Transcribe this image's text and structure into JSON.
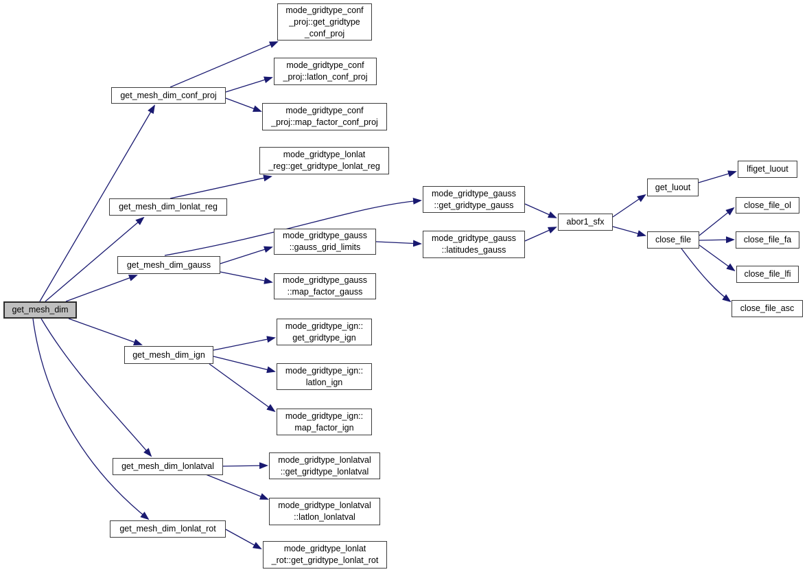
{
  "graph": {
    "type": "call-graph",
    "root": "get_mesh_dim",
    "colors": {
      "edge": "#191970",
      "node_fill": "#ffffff",
      "node_border": "#3c3c3c",
      "root_fill": "#bfbfbf",
      "text": "#000000",
      "background": "#ffffff"
    },
    "nodes": [
      {
        "id": "get_mesh_dim",
        "label": "get_mesh_dim"
      },
      {
        "id": "get_mesh_dim_conf_proj",
        "label": "get_mesh_dim_conf_proj"
      },
      {
        "id": "get_mesh_dim_lonlat_reg",
        "label": "get_mesh_dim_lonlat_reg"
      },
      {
        "id": "get_mesh_dim_gauss",
        "label": "get_mesh_dim_gauss"
      },
      {
        "id": "get_mesh_dim_ign",
        "label": "get_mesh_dim_ign"
      },
      {
        "id": "get_mesh_dim_lonlatval",
        "label": "get_mesh_dim_lonlatval"
      },
      {
        "id": "get_mesh_dim_lonlat_rot",
        "label": "get_mesh_dim_lonlat_rot"
      },
      {
        "id": "get_gridtype_conf_proj",
        "label": "mode_gridtype_conf\n_proj::get_gridtype\n_conf_proj"
      },
      {
        "id": "latlon_conf_proj",
        "label": "mode_gridtype_conf\n_proj::latlon_conf_proj"
      },
      {
        "id": "map_factor_conf_proj",
        "label": "mode_gridtype_conf\n_proj::map_factor_conf_proj"
      },
      {
        "id": "get_gridtype_lonlat_reg",
        "label": "mode_gridtype_lonlat\n_reg::get_gridtype_lonlat_reg"
      },
      {
        "id": "gauss_grid_limits",
        "label": "mode_gridtype_gauss\n::gauss_grid_limits"
      },
      {
        "id": "map_factor_gauss",
        "label": "mode_gridtype_gauss\n::map_factor_gauss"
      },
      {
        "id": "get_gridtype_gauss",
        "label": "mode_gridtype_gauss\n::get_gridtype_gauss"
      },
      {
        "id": "latitudes_gauss",
        "label": "mode_gridtype_gauss\n::latitudes_gauss"
      },
      {
        "id": "get_gridtype_ign",
        "label": "mode_gridtype_ign::\nget_gridtype_ign"
      },
      {
        "id": "latlon_ign",
        "label": "mode_gridtype_ign::\nlatlon_ign"
      },
      {
        "id": "map_factor_ign",
        "label": "mode_gridtype_ign::\nmap_factor_ign"
      },
      {
        "id": "get_gridtype_lonlatval",
        "label": "mode_gridtype_lonlatval\n::get_gridtype_lonlatval"
      },
      {
        "id": "latlon_lonlatval",
        "label": "mode_gridtype_lonlatval\n::latlon_lonlatval"
      },
      {
        "id": "get_gridtype_lonlat_rot",
        "label": "mode_gridtype_lonlat\n_rot::get_gridtype_lonlat_rot"
      },
      {
        "id": "abor1_sfx",
        "label": "abor1_sfx"
      },
      {
        "id": "get_luout",
        "label": "get_luout"
      },
      {
        "id": "lfiget_luout",
        "label": "lfiget_luout"
      },
      {
        "id": "close_file",
        "label": "close_file"
      },
      {
        "id": "close_file_ol",
        "label": "close_file_ol"
      },
      {
        "id": "close_file_fa",
        "label": "close_file_fa"
      },
      {
        "id": "close_file_lfi",
        "label": "close_file_lfi"
      },
      {
        "id": "close_file_asc",
        "label": "close_file_asc"
      }
    ],
    "edges": [
      {
        "from": "get_mesh_dim",
        "to": "get_mesh_dim_conf_proj"
      },
      {
        "from": "get_mesh_dim",
        "to": "get_mesh_dim_lonlat_reg"
      },
      {
        "from": "get_mesh_dim",
        "to": "get_mesh_dim_gauss"
      },
      {
        "from": "get_mesh_dim",
        "to": "get_mesh_dim_ign"
      },
      {
        "from": "get_mesh_dim",
        "to": "get_mesh_dim_lonlatval"
      },
      {
        "from": "get_mesh_dim",
        "to": "get_mesh_dim_lonlat_rot"
      },
      {
        "from": "get_mesh_dim_conf_proj",
        "to": "get_gridtype_conf_proj"
      },
      {
        "from": "get_mesh_dim_conf_proj",
        "to": "latlon_conf_proj"
      },
      {
        "from": "get_mesh_dim_conf_proj",
        "to": "map_factor_conf_proj"
      },
      {
        "from": "get_mesh_dim_lonlat_reg",
        "to": "get_gridtype_lonlat_reg"
      },
      {
        "from": "get_mesh_dim_gauss",
        "to": "get_gridtype_gauss"
      },
      {
        "from": "get_mesh_dim_gauss",
        "to": "gauss_grid_limits"
      },
      {
        "from": "get_mesh_dim_gauss",
        "to": "map_factor_gauss"
      },
      {
        "from": "gauss_grid_limits",
        "to": "latitudes_gauss"
      },
      {
        "from": "get_gridtype_gauss",
        "to": "abor1_sfx"
      },
      {
        "from": "latitudes_gauss",
        "to": "abor1_sfx"
      },
      {
        "from": "abor1_sfx",
        "to": "get_luout"
      },
      {
        "from": "abor1_sfx",
        "to": "close_file"
      },
      {
        "from": "get_luout",
        "to": "lfiget_luout"
      },
      {
        "from": "close_file",
        "to": "close_file_ol"
      },
      {
        "from": "close_file",
        "to": "close_file_fa"
      },
      {
        "from": "close_file",
        "to": "close_file_lfi"
      },
      {
        "from": "close_file",
        "to": "close_file_asc"
      },
      {
        "from": "get_mesh_dim_ign",
        "to": "get_gridtype_ign"
      },
      {
        "from": "get_mesh_dim_ign",
        "to": "latlon_ign"
      },
      {
        "from": "get_mesh_dim_ign",
        "to": "map_factor_ign"
      },
      {
        "from": "get_mesh_dim_lonlatval",
        "to": "get_gridtype_lonlatval"
      },
      {
        "from": "get_mesh_dim_lonlatval",
        "to": "latlon_lonlatval"
      },
      {
        "from": "get_mesh_dim_lonlat_rot",
        "to": "get_gridtype_lonlat_rot"
      }
    ]
  }
}
